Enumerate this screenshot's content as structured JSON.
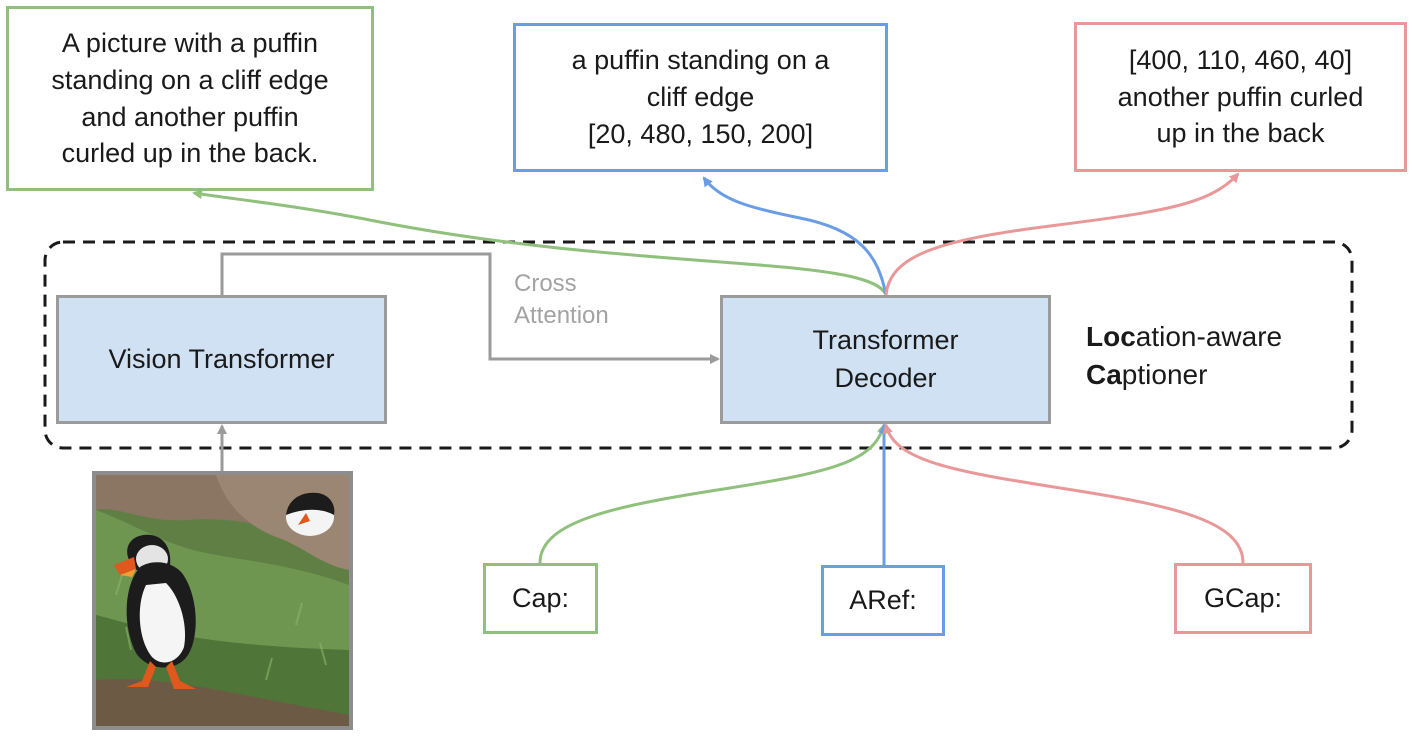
{
  "outputs": {
    "caption": [
      "A picture with a puffin",
      "standing on a cliff edge",
      "and another puffin",
      "curled up in the back."
    ],
    "referring": [
      "a puffin standing on a",
      "cliff edge",
      "[20, 480, 150, 200]"
    ],
    "grounded": [
      "[400, 110, 460, 40]",
      "another puffin curled",
      "up in the back"
    ]
  },
  "modules": {
    "encoder": "Vision Transformer",
    "decoder": [
      "Transformer",
      "Decoder"
    ]
  },
  "cross_attention": [
    "Cross",
    "Attention"
  ],
  "model_label": {
    "line1_bold": "Loc",
    "line1_rest": "ation-aware",
    "line2_bold": "Ca",
    "line2_rest": "ptioner"
  },
  "tasks": {
    "cap": "Cap:",
    "aref": "ARef:",
    "gcap": "GCap:"
  },
  "colors": {
    "caption_task": "#8fc07c",
    "referring_task": "#6a9de3",
    "grounded_task": "#e89898",
    "module_fill": "#cfe1f3",
    "module_border": "#9b9b9b",
    "cross_attention": "#a3a3a3"
  }
}
